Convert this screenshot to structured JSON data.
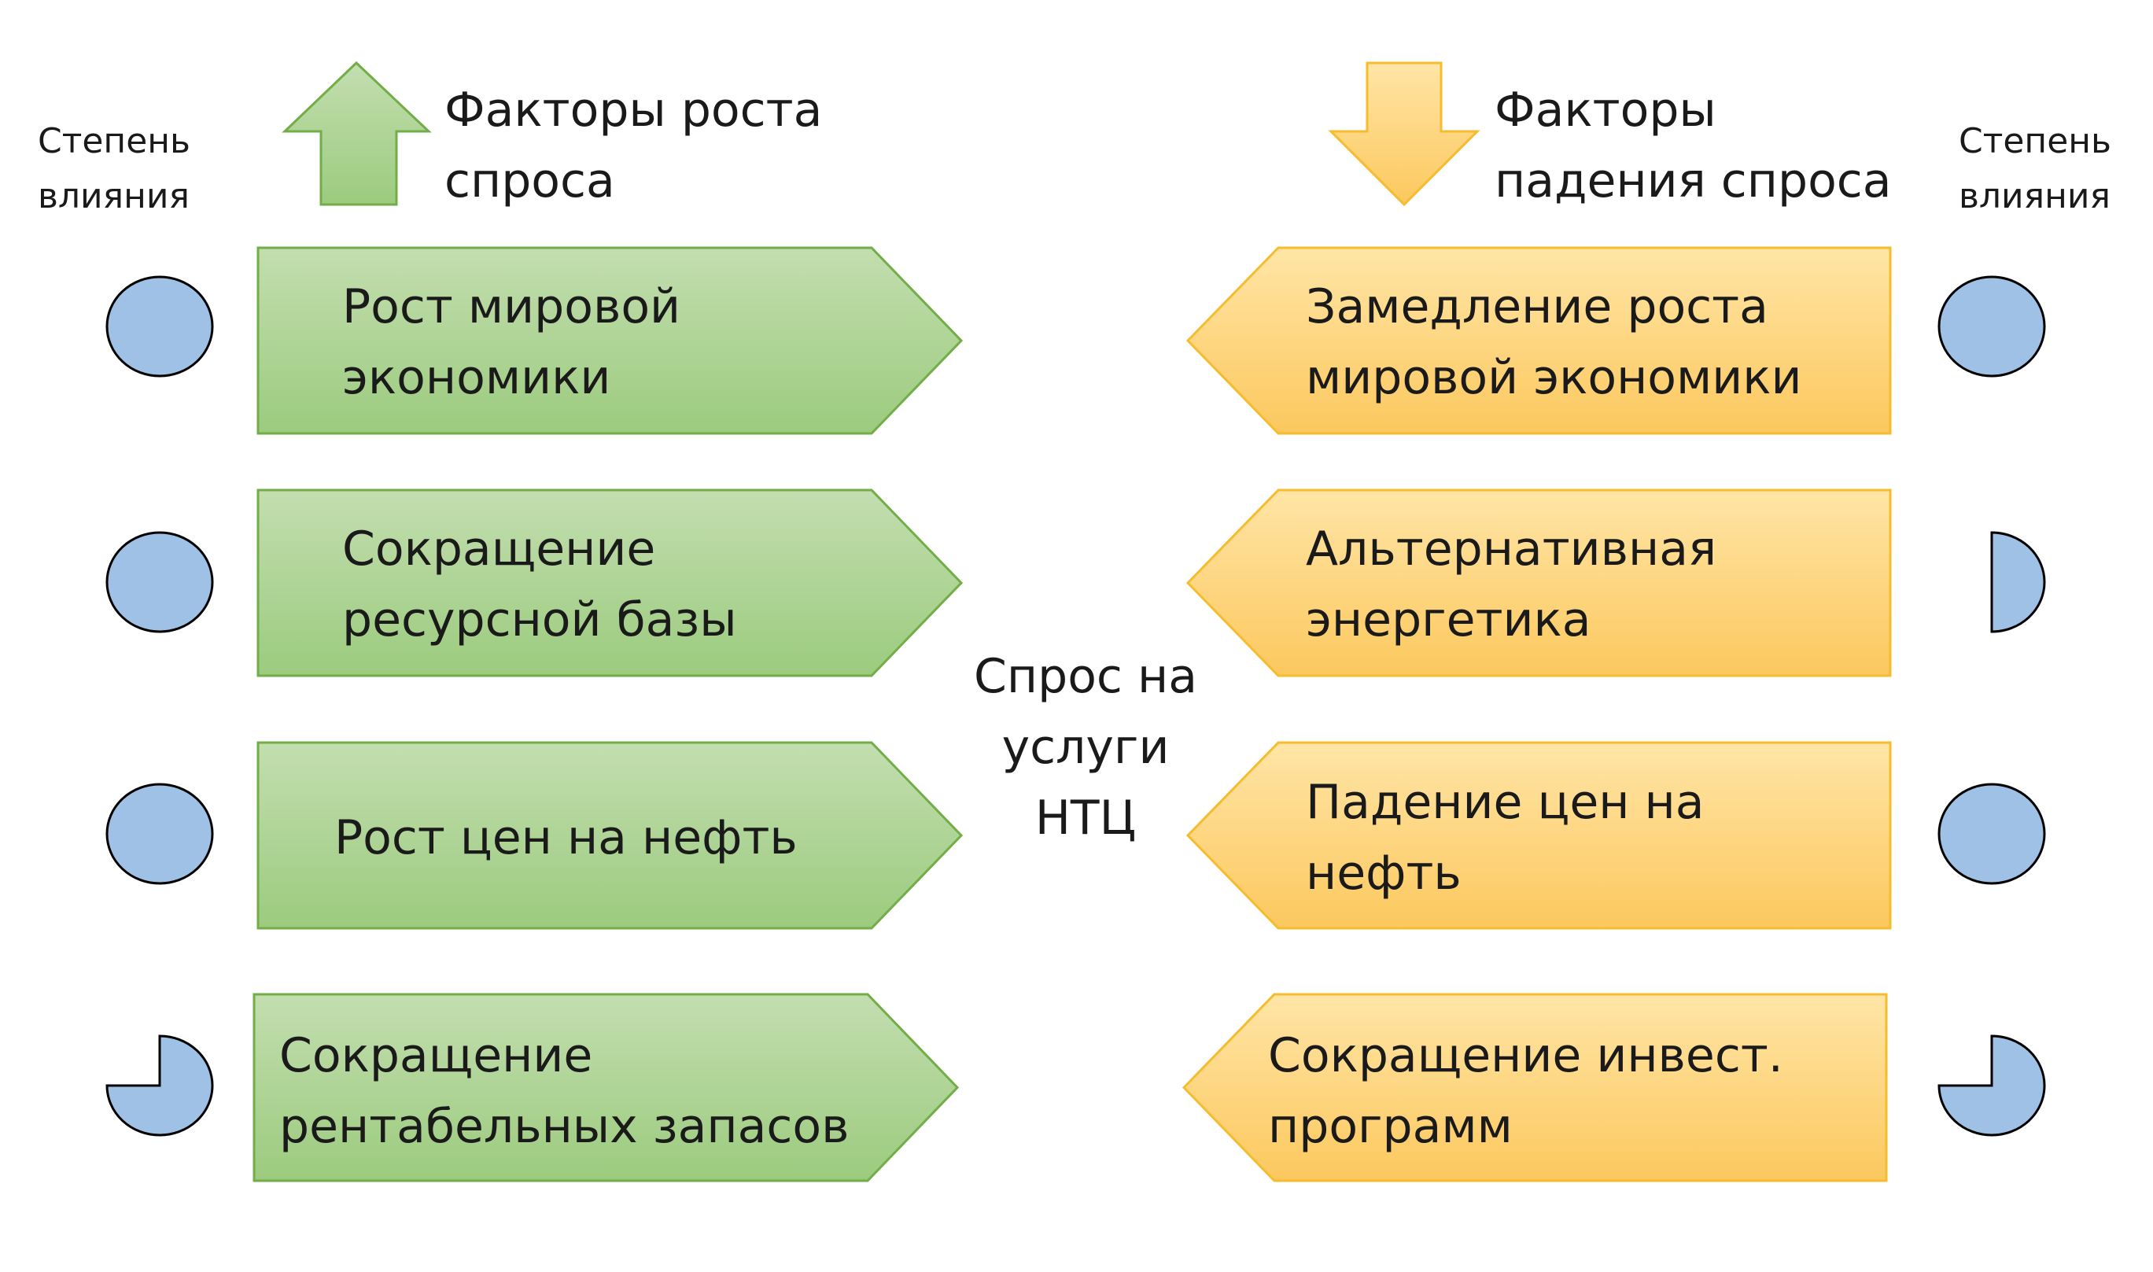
{
  "header": {
    "left_impact_label": "Степень\nвлияния",
    "right_impact_label": "Степень\nвлияния",
    "growth_title": "Факторы роста\nспроса",
    "decline_title": "Факторы\nпадения спроса"
  },
  "center_label": "Спрос на\nуслуги\nНТЦ",
  "colors": {
    "green_light": "#c3deb0",
    "green_dark": "#9ccb7e",
    "green_stroke": "#72ad48",
    "orange_light": "#ffe5a6",
    "orange_dark": "#fcc85e",
    "orange_stroke": "#f5bc2e",
    "impact_fill": "#9fc1e6",
    "impact_stroke": "#000000"
  },
  "growth_factors": [
    {
      "label": "Рост мировой\nэкономики",
      "impact": 1.0
    },
    {
      "label": "Сокращение\nресурсной базы",
      "impact": 1.0
    },
    {
      "label": "Рост цен на нефть",
      "impact": 1.0
    },
    {
      "label": "Сокращение\nрентабельных запасов",
      "impact": 0.75
    }
  ],
  "decline_factors": [
    {
      "label": "Замедление роста\nмировой экономики",
      "impact": 1.0
    },
    {
      "label": "Альтернативная\nэнергетика",
      "impact": 0.5
    },
    {
      "label": "Падение цен на\nнефть",
      "impact": 1.0
    },
    {
      "label": "Сокращение инвест.\nпрограмм",
      "impact": 0.75
    }
  ]
}
